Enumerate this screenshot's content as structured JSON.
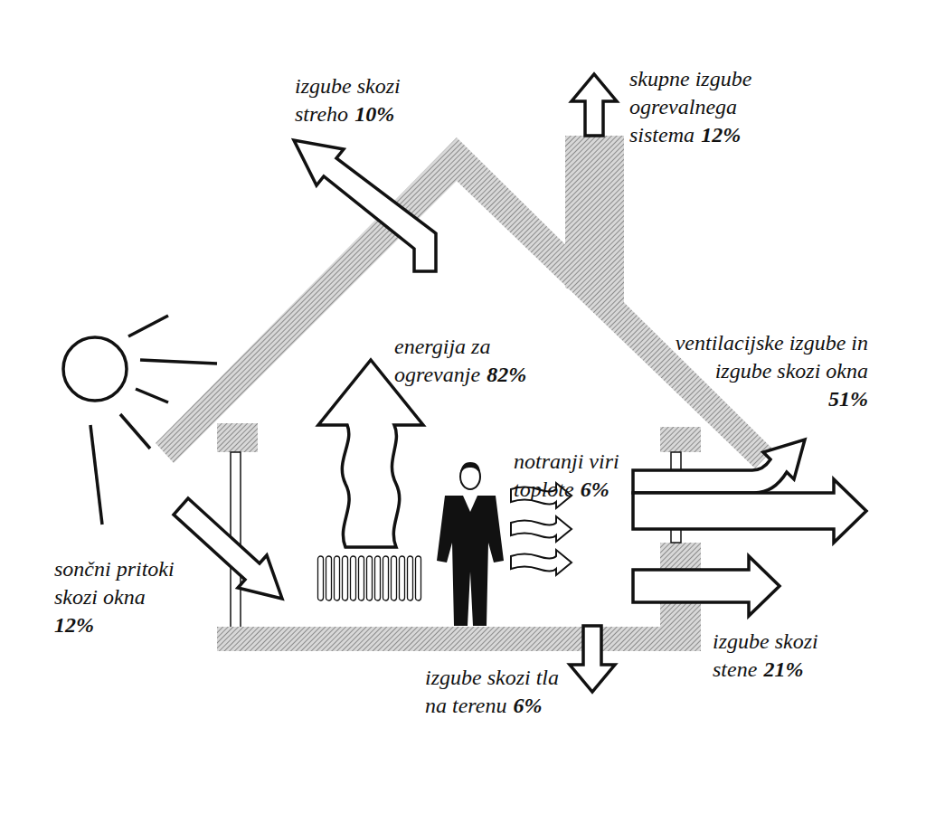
{
  "diagram": {
    "labels": [
      "izgube skozi streho",
      "10%",
      "skupne izgube ogrevalnega sistema",
      "12%",
      "energija za ogrevanje",
      "82%",
      "ventilacijske izgube in izgube skozi okna",
      "51%",
      "notranji viri toplote",
      "6%",
      "sončni pritoki skozi okna",
      "12%",
      "izgube skozi stene",
      "21%",
      "izgube skozi tla na terenu",
      "6%"
    ]
  }
}
